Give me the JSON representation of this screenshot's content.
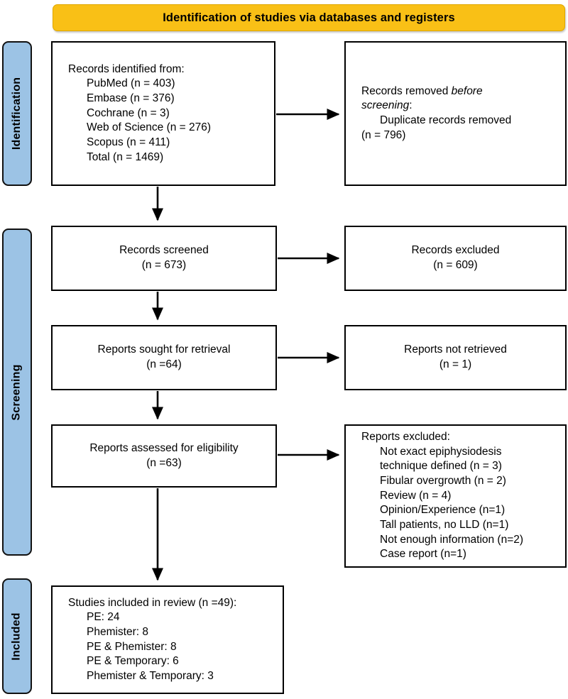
{
  "banner": {
    "title": "Identification of studies via databases and registers",
    "color": "#F9C016"
  },
  "stages": [
    {
      "id": "identification",
      "label": "Identification"
    },
    {
      "id": "screening",
      "label": "Screening"
    },
    {
      "id": "included",
      "label": "Included"
    }
  ],
  "theme": {
    "stage_color": "#9CC3E5",
    "box_border": "#000000",
    "background": "#FFFFFF"
  },
  "boxes": {
    "records_identified": {
      "heading": "Records identified from:",
      "items": [
        "PubMed (n = 403)",
        "Embase (n = 376)",
        "Cochrane (n = 3)",
        "Web of Science (n = 276)",
        "Scopus (n = 411)",
        "Total (n = 1469)"
      ]
    },
    "records_removed": {
      "heading_part1": "Records removed ",
      "heading_italic1": "before",
      "heading_part2": "",
      "heading_italic2": "screening",
      "heading_part3": ":",
      "items": [
        "Duplicate records removed"
      ],
      "trailing": "(n = 796)"
    },
    "records_screened": {
      "line1": "Records screened",
      "line2": "(n = 673)"
    },
    "records_excluded": {
      "line1": "Records excluded",
      "line2": "(n = 609)"
    },
    "reports_sought": {
      "line1": "Reports sought for retrieval",
      "line2": "(n =64)"
    },
    "reports_not_retrieved": {
      "line1": "Reports not retrieved",
      "line2": "(n = 1)"
    },
    "reports_assessed": {
      "line1": "Reports assessed for eligibility",
      "line2": "(n =63)"
    },
    "reports_excluded": {
      "heading": "Reports excluded:",
      "items": [
        "Not exact epiphysiodesis",
        "technique defined (n = 3)",
        "Fibular overgrowth (n = 2)",
        "Review (n = 4)",
        "Opinion/Experience (n=1)",
        "Tall patients, no LLD (n=1)",
        "Not enough information (n=2)",
        "Case report (n=1)"
      ]
    },
    "studies_included": {
      "heading": "Studies included in review (n =49):",
      "items": [
        "PE: 24",
        "Phemister: 8",
        "PE & Phemister: 8",
        "PE & Temporary: 6",
        "Phemister & Temporary: 3"
      ]
    }
  }
}
